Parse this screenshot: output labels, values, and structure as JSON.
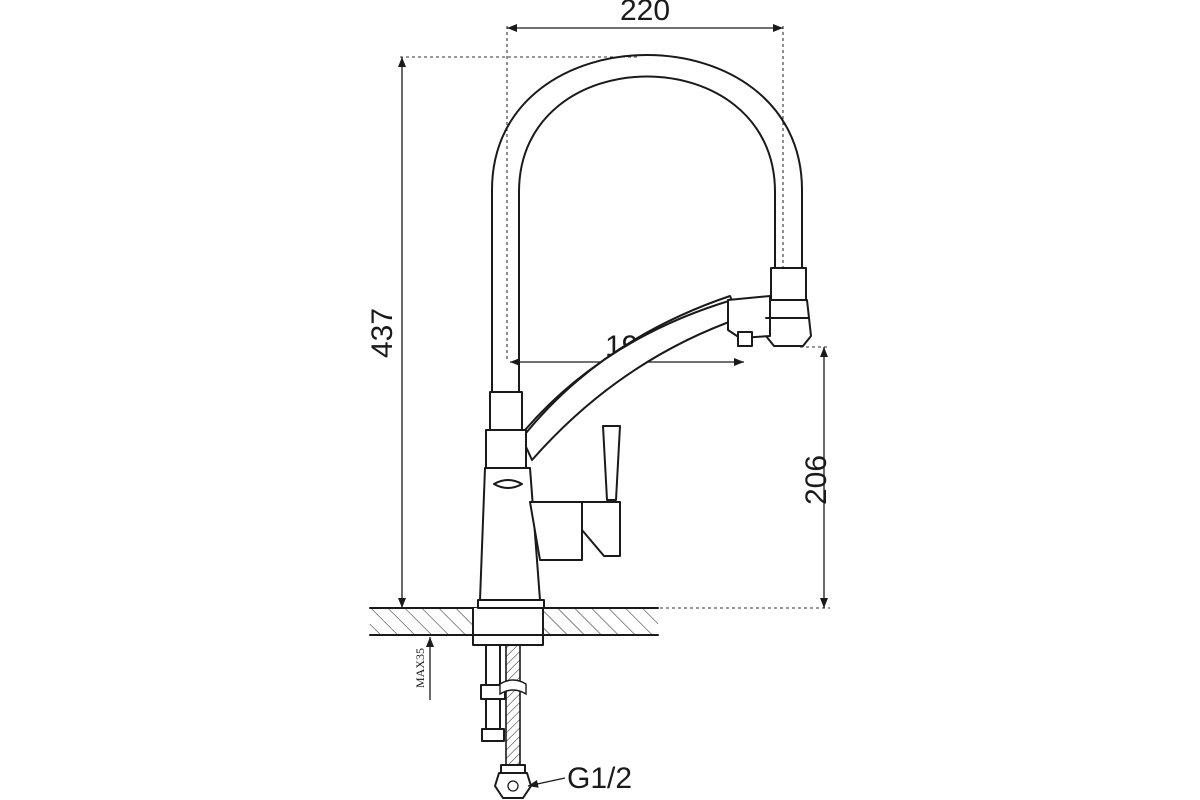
{
  "dimensions": {
    "width_overall": "220",
    "height_overall": "437",
    "spout_reach": "194",
    "spout_height": "206",
    "max_countertop": "MAX35",
    "thread": "G1/2"
  }
}
